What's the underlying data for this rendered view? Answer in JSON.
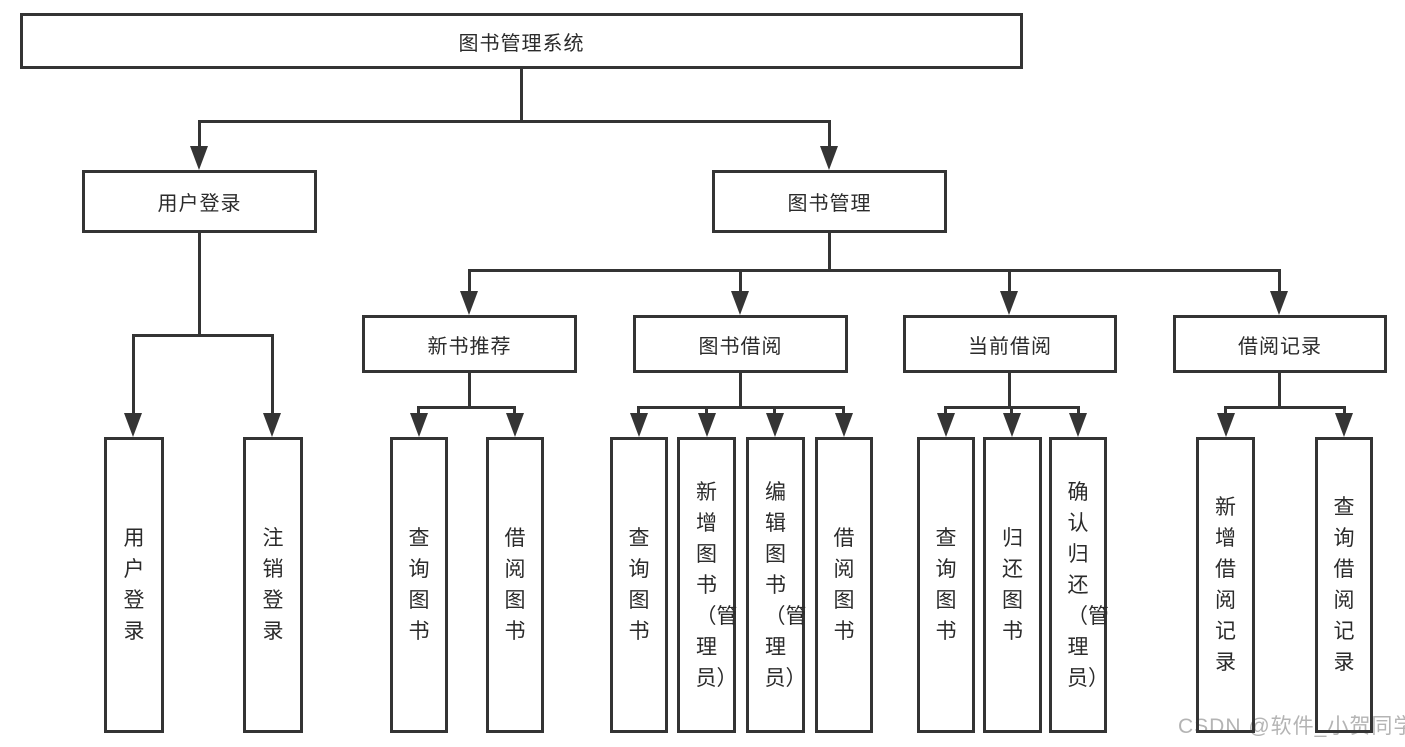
{
  "diagram": {
    "title": "图书管理系统",
    "root": {
      "label": "图书管理系统"
    },
    "branches": [
      {
        "label": "用户登录",
        "children": [
          {
            "label": "用户登录"
          },
          {
            "label": "注销登录"
          }
        ]
      },
      {
        "label": "图书管理",
        "children": [
          {
            "label": "新书推荐",
            "children": [
              {
                "label": "查询图书"
              },
              {
                "label": "借阅图书"
              }
            ]
          },
          {
            "label": "图书借阅",
            "children": [
              {
                "label": "查询图书"
              },
              {
                "label": "新增图书（管理员）"
              },
              {
                "label": "编辑图书（管理员）"
              },
              {
                "label": "借阅图书"
              }
            ]
          },
          {
            "label": "当前借阅",
            "children": [
              {
                "label": "查询图书"
              },
              {
                "label": "归还图书"
              },
              {
                "label": "确认归还（管理员）"
              }
            ]
          },
          {
            "label": "借阅记录",
            "children": [
              {
                "label": "新增借阅记录"
              },
              {
                "label": "查询借阅记录"
              }
            ]
          }
        ]
      }
    ]
  },
  "watermark": {
    "text": "CSDN @软件_小贺同学"
  },
  "colors": {
    "line": "#343434",
    "text": "#2b2b2b",
    "background": "#ffffff",
    "watermark": "#b4b4b4"
  }
}
